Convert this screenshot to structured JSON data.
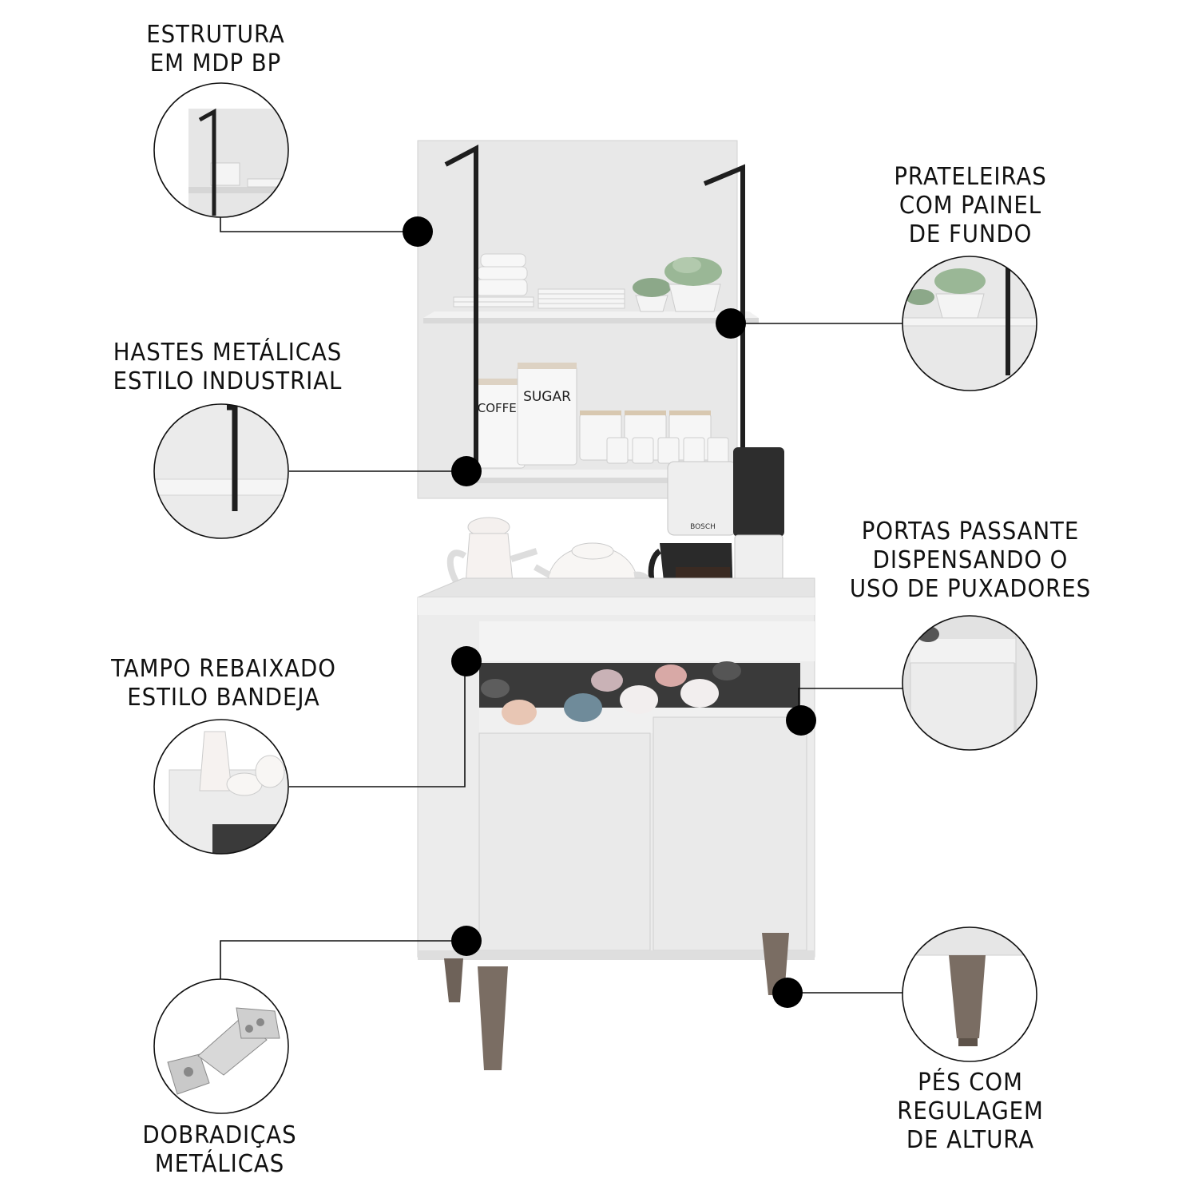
{
  "colors": {
    "panel": "#e6e6e6",
    "panel_edge": "#cfcfcf",
    "metal": "#1e1e1e",
    "leg": "#6e6259",
    "line": "#111111",
    "dot": "#000000"
  },
  "callouts": {
    "estrutura": {
      "line1": "ESTRUTURA",
      "line2": "EM MDP BP"
    },
    "prateleiras": {
      "line1": "PRATELEIRAS",
      "line2": "COM PAINEL",
      "line3": "DE FUNDO"
    },
    "hastes": {
      "line1": "HASTES METÁLICAS",
      "line2": "ESTILO INDUSTRIAL"
    },
    "portas": {
      "line1": "PORTAS PASSANTE",
      "line2": "DISPENSANDO O",
      "line3": "USO DE PUXADORES"
    },
    "tampo": {
      "line1": "TAMPO REBAIXADO",
      "line2": "ESTILO BANDEJA"
    },
    "dobradicas": {
      "line1": "DOBRADIÇAS",
      "line2": "METÁLICAS"
    },
    "pes": {
      "line1": "PÉS COM",
      "line2": "REGULAGEM",
      "line3": "DE ALTURA"
    }
  },
  "product_text": {
    "canister_coffee": "COFFEE",
    "canister_sugar": "SUGAR",
    "machine_brand": "BOSCH"
  }
}
